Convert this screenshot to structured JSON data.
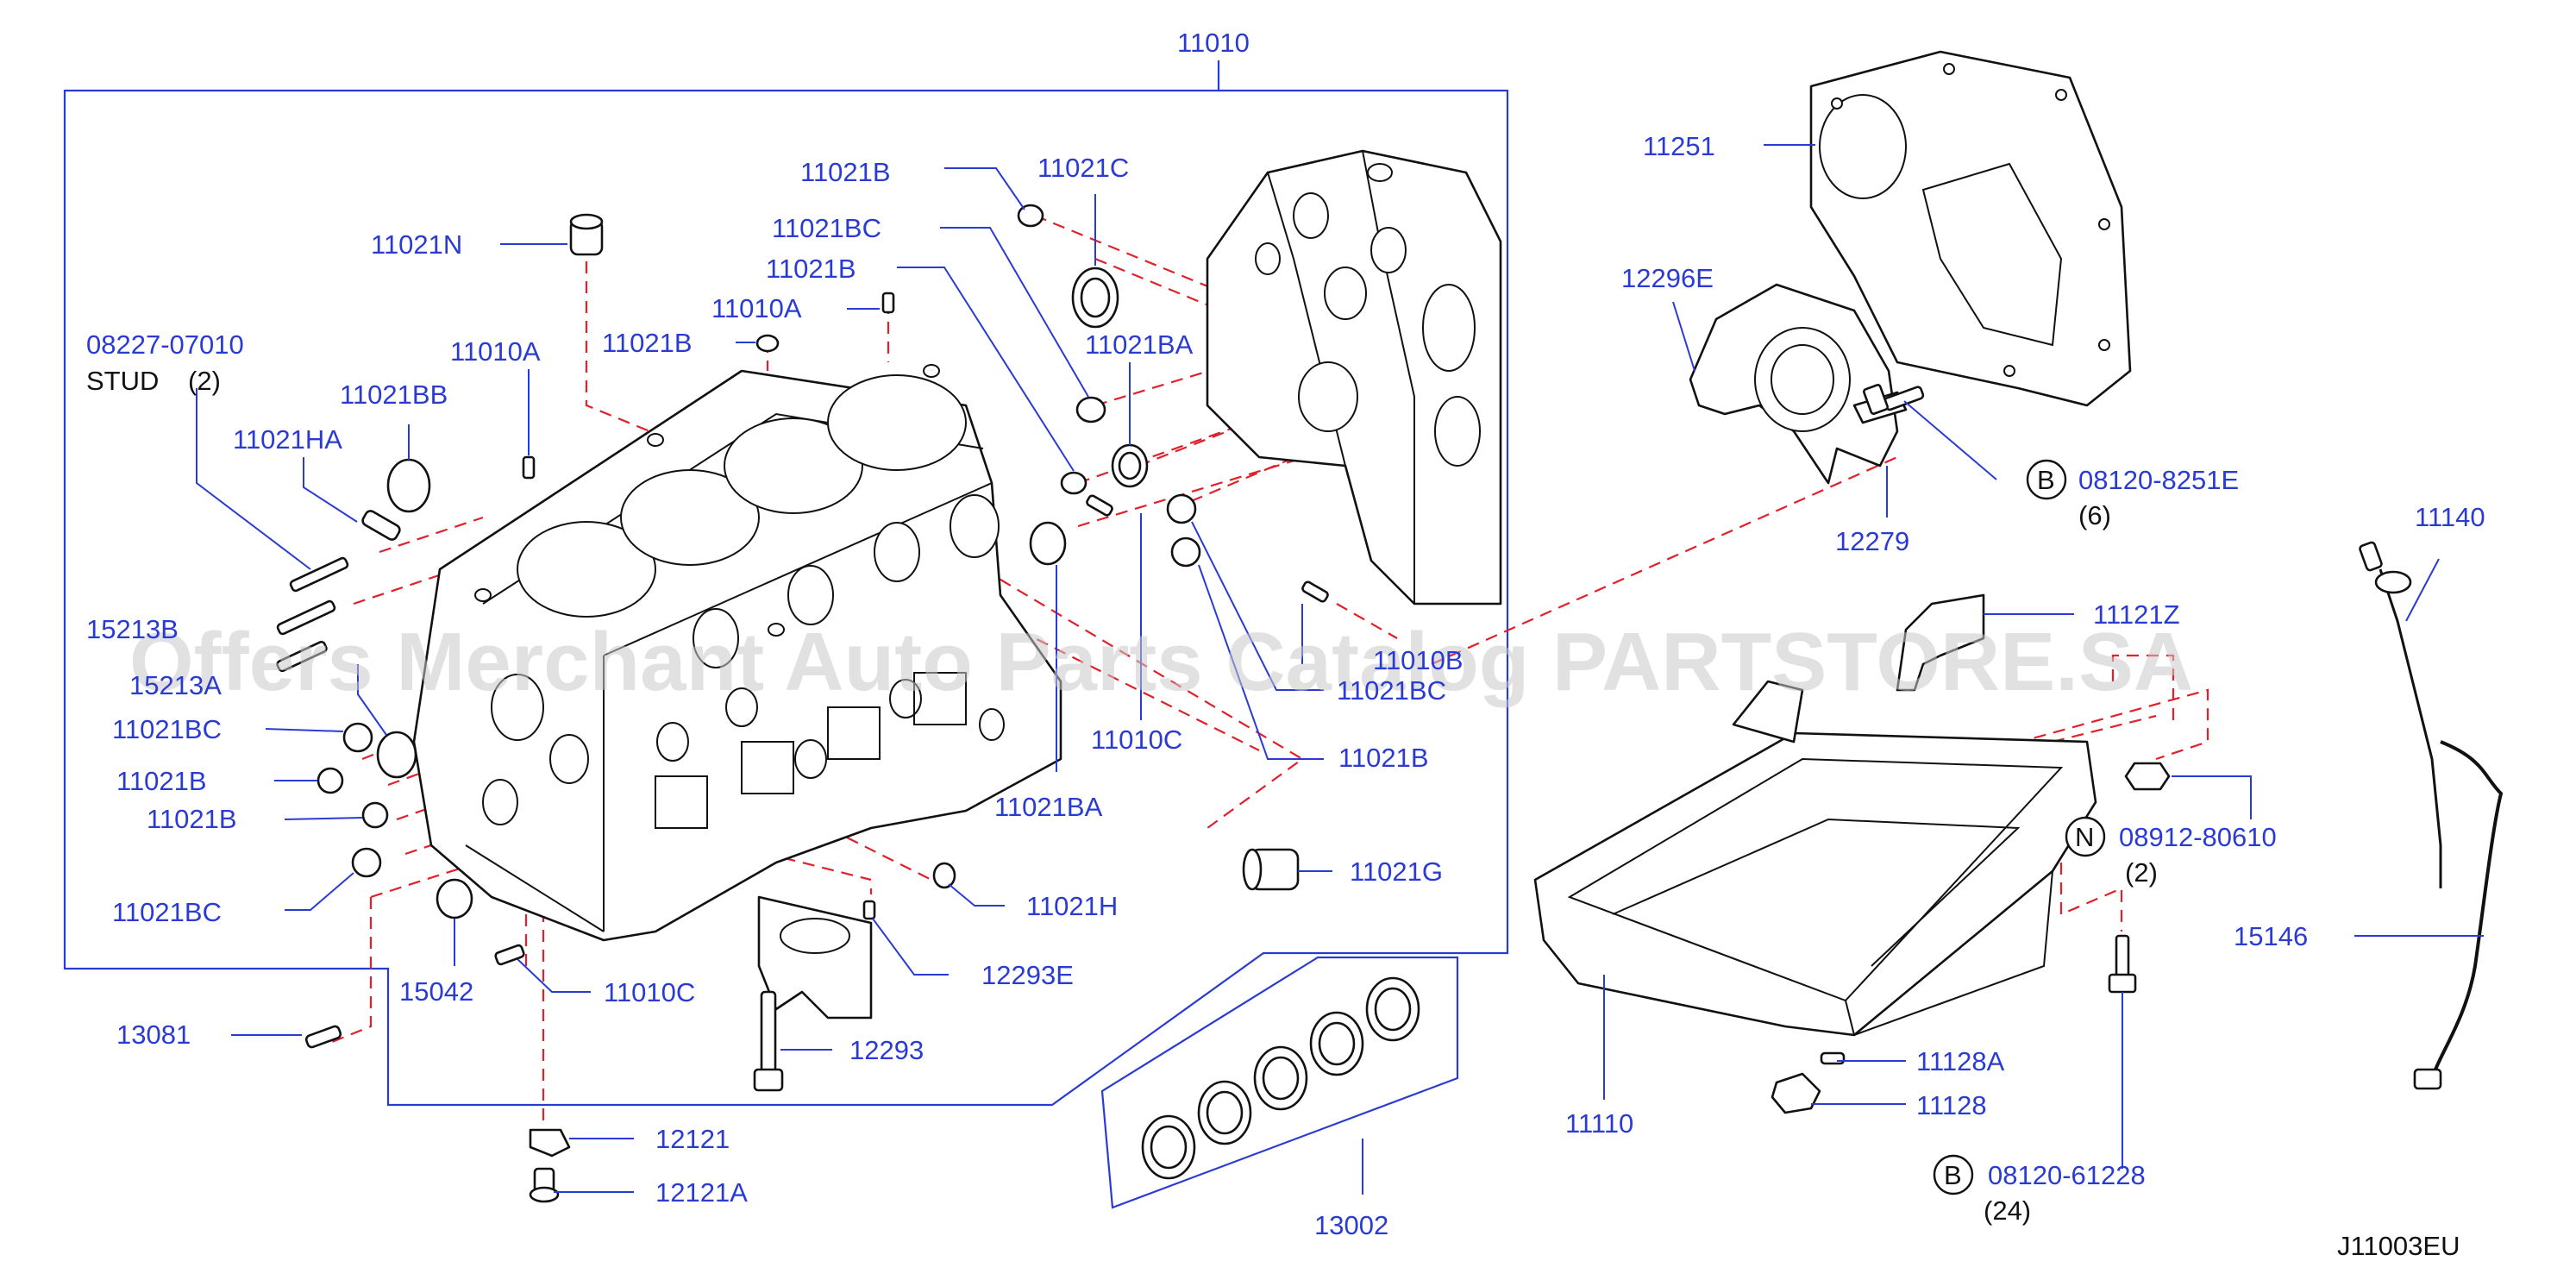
{
  "labels": {
    "p11010": "11010",
    "p11021B_a": "11021B",
    "p11021C": "11021C",
    "p11021N": "11021N",
    "p11021BC_a": "11021BC",
    "p11021B_b": "11021B",
    "p11010A_a": "11010A",
    "p11021B_c": "11021B",
    "p11021BA_a": "11021BA",
    "stud_pn": "08227-07010",
    "stud_name": "STUD",
    "stud_qty": "(2)",
    "p11010A_b": "11010A",
    "p11021BB": "11021BB",
    "p11021HA": "11021HA",
    "p15213B": "15213B",
    "p15213A": "15213A",
    "p11021BC_b": "11021BC",
    "p11021B_d": "11021B",
    "p11021B_e": "11021B",
    "p11021BC_c": "11021BC",
    "p13081": "13081",
    "p15042": "15042",
    "p11010C_a": "11010C",
    "p12121": "12121",
    "p12121A": "12121A",
    "p12293": "12293",
    "p12293E": "12293E",
    "p11021H": "11021H",
    "p11021G": "11021G",
    "p11021BA_b": "11021BA",
    "p11010C_b": "11010C",
    "p11021B_f": "11021B",
    "p11021BC_d": "11021BC",
    "p11010B": "11010B",
    "p13002": "13002",
    "p11251": "11251",
    "p12296E": "12296E",
    "p12279": "12279",
    "bolt_b1_letter": "B",
    "bolt_b1_pn": "08120-8251E",
    "bolt_b1_qty": "(6)",
    "p11121Z": "11121Z",
    "p11140": "11140",
    "nut_n_letter": "N",
    "nut_n_pn": "08912-80610",
    "nut_n_qty": "(2)",
    "p15146": "15146",
    "p11110": "11110",
    "p11128A": "11128A",
    "p11128": "11128",
    "bolt_b2_letter": "B",
    "bolt_b2_pn": "08120-61228",
    "bolt_b2_qty": "(24)",
    "diagram_code": "J11003EU"
  },
  "watermark": "Offers Merchant Auto Parts Catalog PARTSTORE.SA",
  "colors": {
    "label_blue": "#2a3bd4",
    "dash_red": "#e0202a",
    "line_black": "#111111",
    "watermark_grey": "#c8c8c8"
  }
}
